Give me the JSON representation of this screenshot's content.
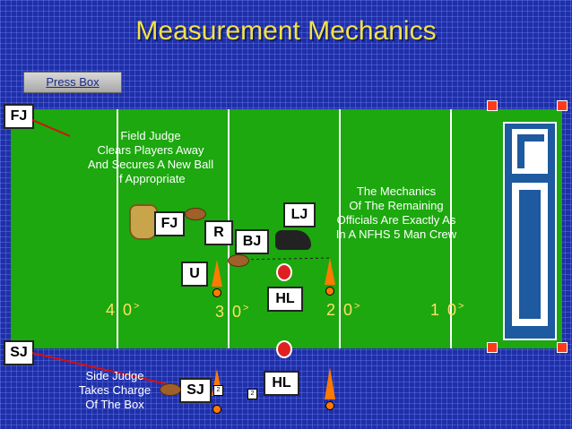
{
  "title": "Measurement Mechanics",
  "press_box": "Press Box",
  "yard_numbers": [
    "4 0",
    "3 0",
    "2 0",
    "1 0"
  ],
  "yard_arrow": ">",
  "officials": {
    "fj_outside": "FJ",
    "sj_outside": "SJ",
    "fj": "FJ",
    "r": "R",
    "bj": "BJ",
    "lj": "LJ",
    "u": "U",
    "hl_top": "HL",
    "hl_bottom": "HL",
    "sj_box": "SJ"
  },
  "notes": {
    "field_judge": [
      "Field Judge",
      "Clears Players Away",
      "And Secures A New Ball",
      "If Appropriate"
    ],
    "mechanics": [
      "The Mechanics",
      "Of The Remaining",
      "Officials Are Exactly As",
      "In A NFHS 5 Man Crew"
    ],
    "side_judge": [
      "Side Judge",
      "Takes Charge",
      "Of The Box"
    ]
  },
  "down_box": "2",
  "colors": {
    "field": "#1ca80e",
    "title": "#f4e04a",
    "background": "#1f2fa8",
    "cone": "#ff7a00"
  }
}
